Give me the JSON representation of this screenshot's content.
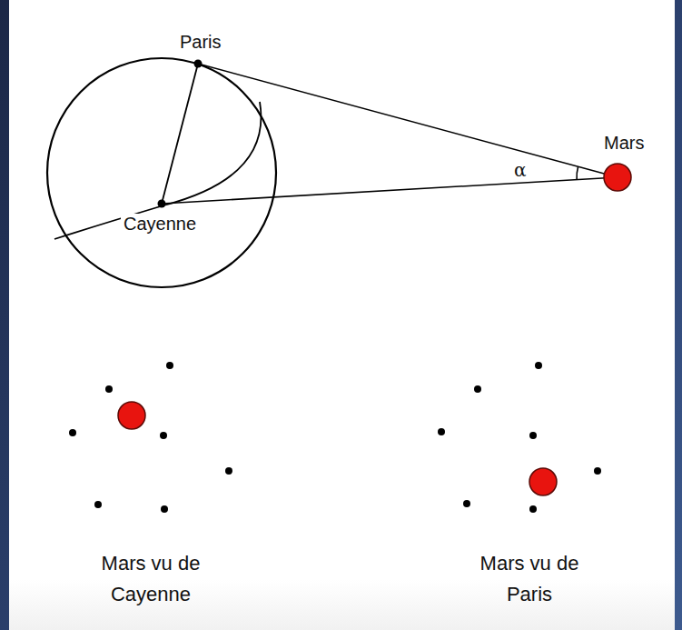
{
  "diagram": {
    "labels": [
      "Paris",
      "Mars",
      "α",
      "Cayenne",
      "Mars vu de Cayenne",
      "Mars vu de Paris"
    ]
  }
}
